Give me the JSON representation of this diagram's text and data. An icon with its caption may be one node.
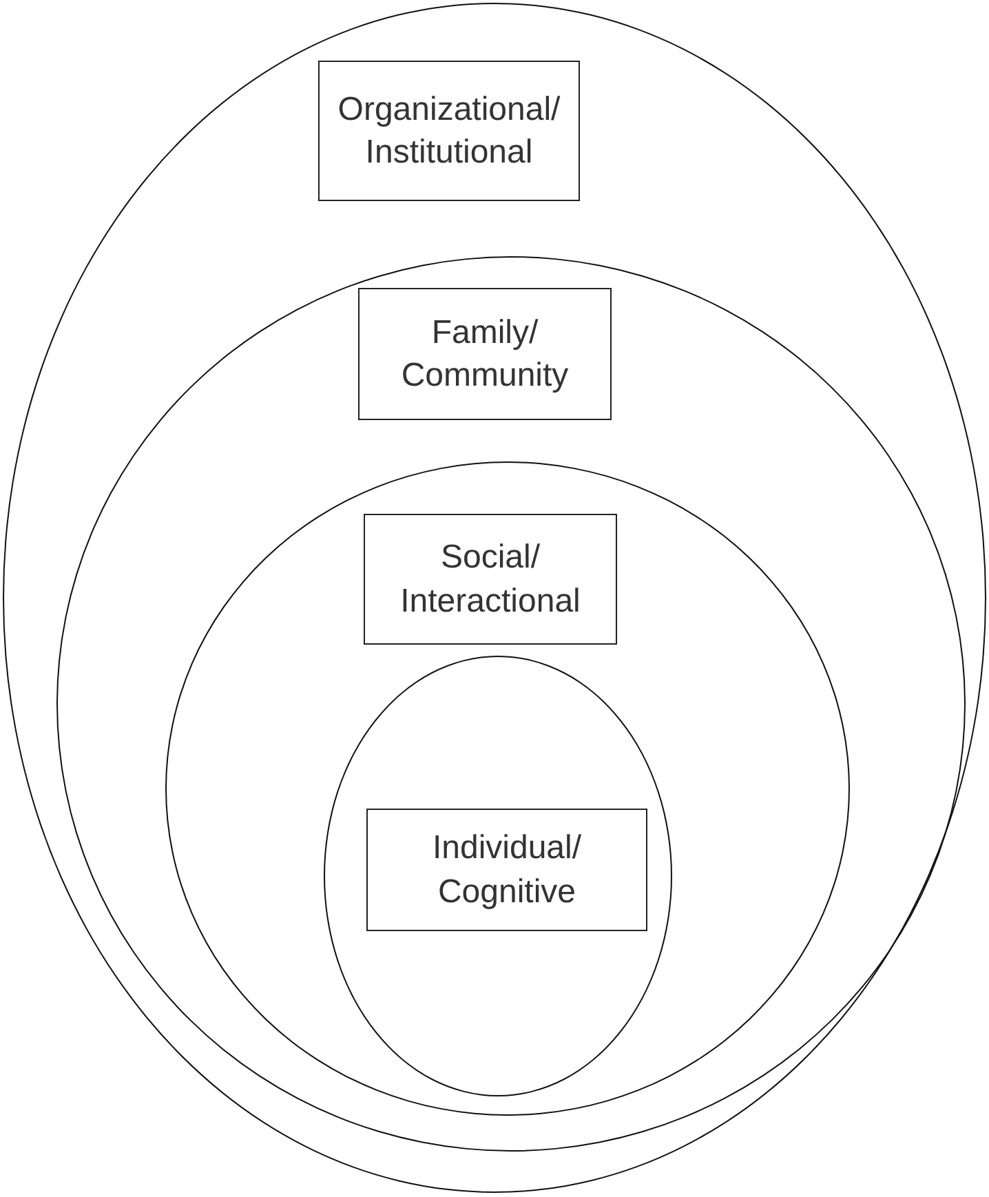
{
  "diagram": {
    "nodes": [
      {
        "text": [],
        "shape": "ellipse"
      },
      {
        "text": [
          "Organizational/ Institutional"
        ],
        "in": 0
      },
      {
        "text": [],
        "shape": "ellipse",
        "in": 0
      },
      {
        "text": [
          "Family/ Community"
        ],
        "in": 2
      },
      {
        "text": [],
        "shape": "ellipse",
        "in": 2
      },
      {
        "text": [
          "Social/ Interactional"
        ],
        "in": 4
      },
      {
        "text": [],
        "shape": "ellipse",
        "in": 4
      },
      {
        "text": [
          "Individual/ Cognitive"
        ],
        "in": 6
      }
    ]
  }
}
